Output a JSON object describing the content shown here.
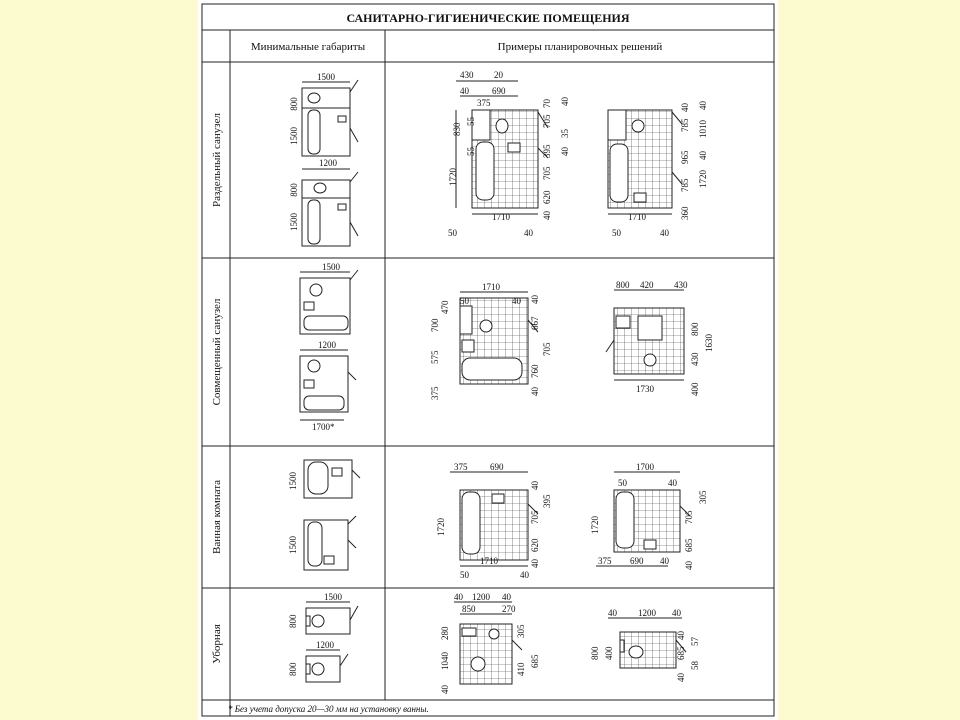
{
  "title": "САНИТАРНО-ГИГИЕНИЧЕСКИЕ ПОМЕЩЕНИЯ",
  "columns": {
    "minimal": "Минимальные габариты",
    "examples": "Примеры планировочных решений"
  },
  "rows": [
    {
      "label": "Раздельный санузел",
      "min_dims": [
        "1500",
        "800",
        "1500",
        "1200",
        "800",
        "1500"
      ],
      "example1": [
        "430",
        "20",
        "40",
        "690",
        "375",
        "70",
        "40",
        "830",
        "55",
        "705",
        "55",
        "35",
        "395",
        "40",
        "1720",
        "705",
        "620",
        "40",
        "1710",
        "50",
        "40"
      ],
      "example2": [
        "40",
        "785",
        "40",
        "1010",
        "965",
        "40",
        "785",
        "1720",
        "360",
        "1710",
        "50",
        "40"
      ]
    },
    {
      "label": "Совмещенный санузел",
      "min_dims": [
        "1500",
        "1200",
        "1700*"
      ],
      "example1": [
        "1710",
        "50",
        "40",
        "470",
        "700",
        "40",
        "667",
        "705",
        "575",
        "760",
        "375",
        "40"
      ],
      "example2": [
        "800",
        "420",
        "430",
        "430",
        "800",
        "1630",
        "1730",
        "400"
      ]
    },
    {
      "label": "Ванная комната",
      "min_dims": [
        "1500",
        "1500"
      ],
      "example1": [
        "375",
        "690",
        "40",
        "395",
        "1720",
        "705",
        "620",
        "40",
        "1710",
        "50",
        "40"
      ],
      "example2": [
        "1700",
        "50",
        "40",
        "305",
        "1720",
        "705",
        "685",
        "40",
        "375",
        "690",
        "40"
      ]
    },
    {
      "label": "Уборная",
      "min_dims": [
        "1500",
        "800",
        "1200",
        "800"
      ],
      "example1": [
        "40",
        "1200",
        "40",
        "850",
        "270",
        "280",
        "305",
        "1040",
        "410",
        "685",
        "40"
      ],
      "example2": [
        "40",
        "1200",
        "40",
        "800",
        "400",
        "685",
        "40",
        "57",
        "58",
        "40"
      ]
    }
  ],
  "footnote": "* Без учета допуска 20—30 мм на установку ванны."
}
